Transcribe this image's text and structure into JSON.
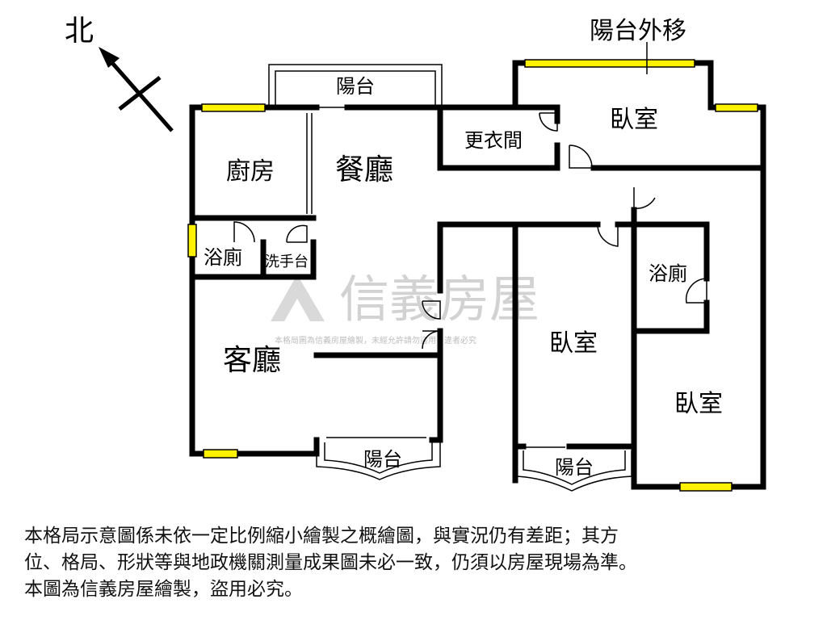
{
  "compass": {
    "north_label": "北"
  },
  "rooms": {
    "balcony_extension": "陽台外移",
    "balcony_top": "陽台",
    "kitchen": "廚房",
    "dining": "餐廳",
    "walk_in_closet": "更衣間",
    "bedroom_master": "臥室",
    "bathroom_left": "浴廁",
    "wash_basin": "洗手台",
    "living_room": "客廳",
    "bedroom_middle": "臥室",
    "bathroom_right": "浴廁",
    "bedroom_right": "臥室",
    "balcony_living": "陽台",
    "balcony_bedroom": "陽台"
  },
  "watermark": {
    "brand": "信義房屋",
    "notice": "本格局圖為信義房屋繪製，未經允許請勿盜用，違者必究"
  },
  "disclaimer": {
    "line1": "本格局示意圖係未依一定比例縮小繪製之概繪圖，與實況仍有差距；其方",
    "line2": "位、格局、形狀等與地政機關測量成果圖未必一致，仍須以房屋現場為準。",
    "line3": "本圖為信義房屋繪製，盜用必究。"
  },
  "colors": {
    "wall": "#000000",
    "window": "#fff200",
    "watermark": "#d2d2d2"
  }
}
